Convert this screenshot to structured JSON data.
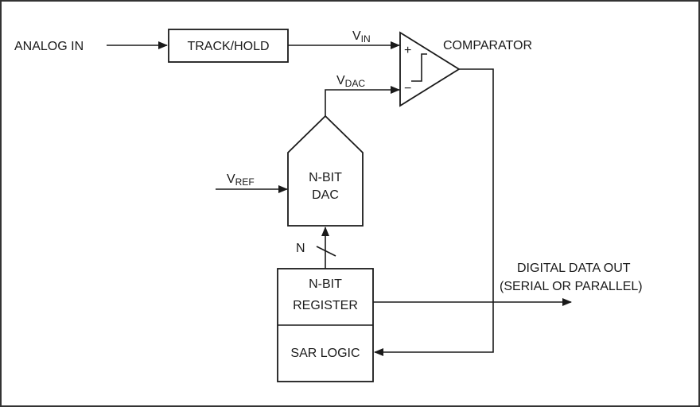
{
  "labels": {
    "analog_in": "ANALOG IN",
    "track_hold": "TRACK/HOLD",
    "vin_main": "V",
    "vin_sub": "IN",
    "vdac_main": "V",
    "vdac_sub": "DAC",
    "comparator": "COMPARATOR",
    "plus": "+",
    "minus": "−",
    "vref_main": "V",
    "vref_sub": "REF",
    "dac_line1": "N-BIT",
    "dac_line2": "DAC",
    "bus_width": "N",
    "register_line1": "N-BIT",
    "register_line2": "REGISTER",
    "sar_logic": "SAR LOGIC",
    "output_line1": "DIGITAL DATA OUT",
    "output_line2": "(SERIAL OR PARALLEL)"
  }
}
